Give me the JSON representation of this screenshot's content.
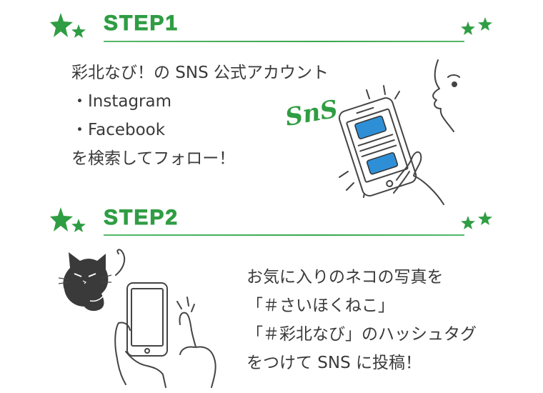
{
  "step1": {
    "title": "STEP1",
    "lines": [
      "彩北なび！の SNS 公式アカウント",
      "・Instagram",
      "・Facebook",
      "を検索してフォロー！"
    ],
    "sns_logo": "SnS"
  },
  "step2": {
    "title": "STEP2",
    "lines": [
      "お気に入りのネコの写真を",
      "「＃さいほくねこ」",
      "「＃彩北なび」のハッシュタグ",
      "をつけて SNS に投稿！"
    ]
  },
  "colors": {
    "accent_green": "#2f9d43",
    "screen_blue": "#2f8fd6",
    "text": "#3a3a3a"
  }
}
